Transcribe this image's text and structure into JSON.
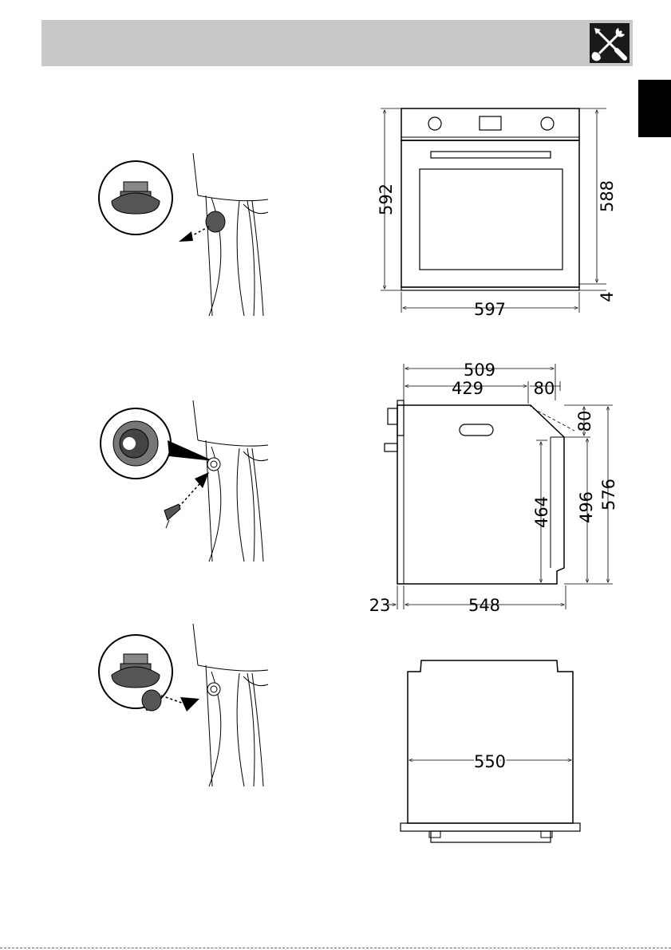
{
  "header": {
    "icon": "screwdriver-wrench-tools-icon"
  },
  "language_tab": {
    "color": "#000000"
  },
  "colors": {
    "band": "#c8c8c8",
    "badge": "#1a1a1a",
    "line": "#000000",
    "part_fill": "#555555"
  },
  "figures": {
    "front_view": {
      "height_total": "592",
      "height_door": "588",
      "gap": "4",
      "width": "597"
    },
    "side_view": {
      "depth_top": "509",
      "depth_inner": "429",
      "offset_top": "80",
      "offset_side": "80",
      "inner_height": "464",
      "body_height": "496",
      "total_height": "576",
      "front_thickness": "23",
      "depth_body": "548"
    },
    "top_view": {
      "width": "550"
    }
  },
  "steps": [
    {
      "icon": "remove-cap-icon"
    },
    {
      "icon": "insert-screw-icon"
    },
    {
      "icon": "replace-cap-icon"
    }
  ]
}
